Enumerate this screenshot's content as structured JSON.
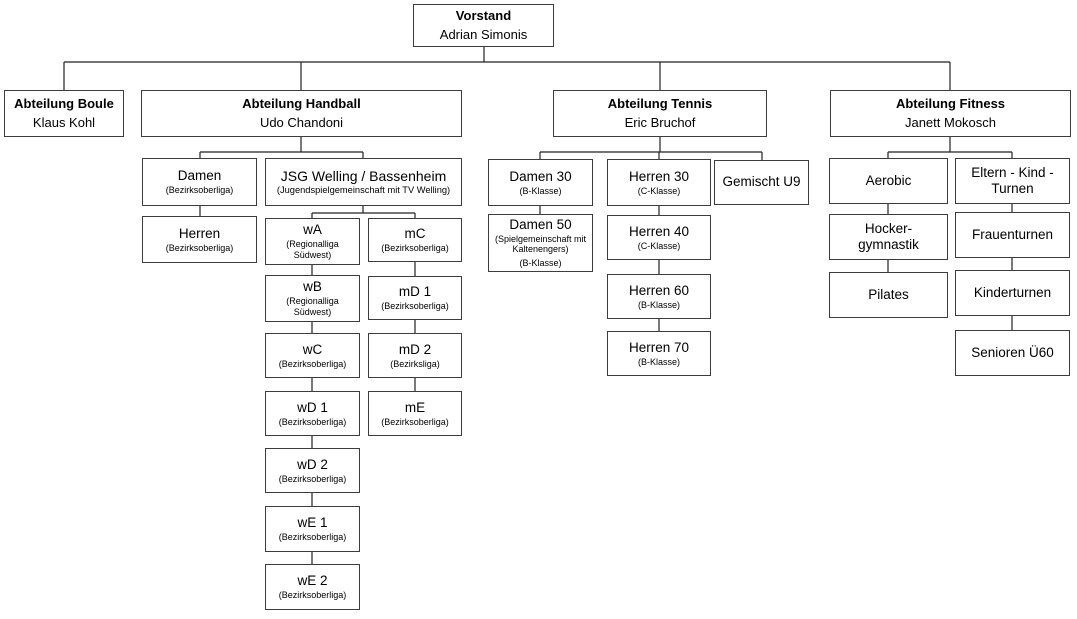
{
  "org": {
    "root": {
      "title": "Vorstand",
      "name": "Adrian Simonis"
    },
    "boule": {
      "title": "Abteilung Boule",
      "head": "Klaus Kohl"
    },
    "handball": {
      "title": "Abteilung Handball",
      "head": "Udo Chandoni",
      "damen": {
        "label": "Damen",
        "league": "(Bezirksoberliga)"
      },
      "herren": {
        "label": "Herren",
        "league": "(Bezirksoberliga)"
      },
      "jsg": {
        "label": "JSG Welling / Bassenheim",
        "league": "(Jugendspielgemeinschaft mit TV Welling)"
      },
      "weiblich": [
        {
          "label": "wA",
          "league": "(Regionalliga Südwest)"
        },
        {
          "label": "wB",
          "league": "(Regionalliga Südwest)"
        },
        {
          "label": "wC",
          "league": "(Bezirksoberliga)"
        },
        {
          "label": "wD 1",
          "league": "(Bezirksoberliga)"
        },
        {
          "label": "wD 2",
          "league": "(Bezirksoberliga)"
        },
        {
          "label": "wE 1",
          "league": "(Bezirksoberliga)"
        },
        {
          "label": "wE 2",
          "league": "(Bezirksoberliga)"
        }
      ],
      "maennlich": [
        {
          "label": "mC",
          "league": "(Bezirksoberliga)"
        },
        {
          "label": "mD 1",
          "league": "(Bezirksoberliga)"
        },
        {
          "label": "mD 2",
          "league": "(Bezirksliga)"
        },
        {
          "label": "mE",
          "league": "(Bezirksoberliga)"
        }
      ]
    },
    "tennis": {
      "title": "Abteilung Tennis",
      "head": "Eric Bruchof",
      "damen": [
        {
          "label": "Damen 30",
          "league": "(B-Klasse)"
        },
        {
          "label": "Damen 50",
          "note": "(Spielgemeinschaft mit Kaltenengers)",
          "league": "(B-Klasse)"
        }
      ],
      "herren": [
        {
          "label": "Herren 30",
          "league": "(C-Klasse)"
        },
        {
          "label": "Herren 40",
          "league": "(C-Klasse)"
        },
        {
          "label": "Herren 60",
          "league": "(B-Klasse)"
        },
        {
          "label": "Herren 70",
          "league": "(B-Klasse)"
        }
      ],
      "gemischt": {
        "label": "Gemischt U9"
      }
    },
    "fitness": {
      "title": "Abteilung Fitness",
      "head": "Janett Mokosch",
      "col1": [
        {
          "label": "Aerobic"
        },
        {
          "label": "Hocker-gymnastik"
        },
        {
          "label": "Pilates"
        }
      ],
      "col2": [
        {
          "label": "Eltern - Kind - Turnen"
        },
        {
          "label": "Frauenturnen"
        },
        {
          "label": "Kinderturnen"
        },
        {
          "label": "Senioren Ü60"
        }
      ]
    }
  }
}
